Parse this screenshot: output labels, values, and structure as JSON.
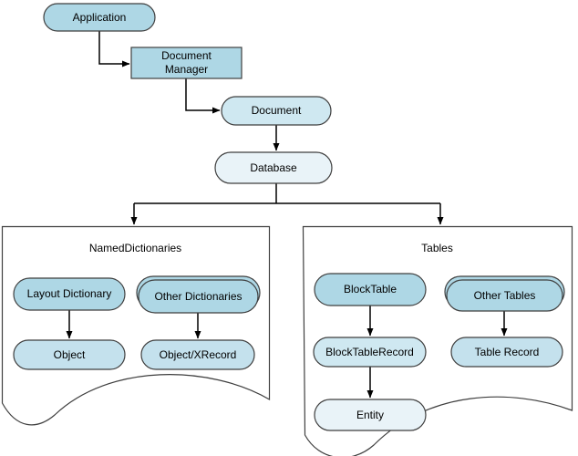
{
  "palette": {
    "level1": "#aed7e5",
    "level2": "#cfe8f1",
    "level3": "#e9f3f8",
    "mid": "#c4e1ed",
    "border": "#3f3f3f",
    "connector": "#000000",
    "container_fill": "#ffffff"
  },
  "nodes": {
    "application": {
      "label": "Application"
    },
    "document_manager": {
      "label": "Document Manager"
    },
    "document": {
      "label": "Document"
    },
    "database": {
      "label": "Database"
    },
    "layout_dictionary": {
      "label": "Layout Dictionary"
    },
    "other_dictionaries": {
      "label": "Other Dictionaries",
      "stacked": true
    },
    "object": {
      "label": "Object"
    },
    "object_xrecord": {
      "label": "Object/XRecord"
    },
    "blocktable": {
      "label": "BlockTable"
    },
    "other_tables": {
      "label": "Other Tables",
      "stacked": true
    },
    "blocktable_record": {
      "label": "BlockTableRecord"
    },
    "table_record": {
      "label": "Table Record"
    },
    "entity": {
      "label": "Entity"
    }
  },
  "containers": {
    "named_dictionaries": {
      "title": "NamedDictionaries"
    },
    "tables": {
      "title": "Tables"
    }
  },
  "edges": [
    {
      "from": "Application",
      "to": "Document Manager"
    },
    {
      "from": "Document Manager",
      "to": "Document"
    },
    {
      "from": "Document",
      "to": "Database"
    },
    {
      "from": "Database",
      "to": "NamedDictionaries"
    },
    {
      "from": "Database",
      "to": "Tables"
    },
    {
      "from": "Layout Dictionary",
      "to": "Object"
    },
    {
      "from": "Other Dictionaries",
      "to": "Object/XRecord"
    },
    {
      "from": "BlockTable",
      "to": "BlockTableRecord"
    },
    {
      "from": "BlockTableRecord",
      "to": "Entity"
    },
    {
      "from": "Other Tables",
      "to": "Table Record"
    }
  ]
}
